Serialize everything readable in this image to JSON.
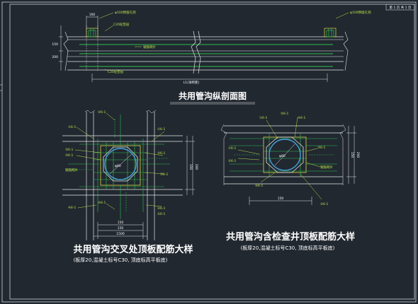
{
  "header": {
    "sheet_text": "第 1 页 共 1 页"
  },
  "colors": {
    "background": "#212830",
    "line": "#e6e6e6",
    "rebar": "#2fbf4f",
    "label": "#b8e14b",
    "pipe": "#46a0d8",
    "accent": "#e0d84a",
    "text": "#ffffff"
  },
  "section_view": {
    "title": "共用管沟纵剖面图",
    "dims": {
      "top_width": "160",
      "left_h1": "150",
      "left_h2": "200",
      "bottom_span": "L1(净跨距)"
    },
    "labels": {
      "hole_left": "φ100预留孔洞",
      "hole_right": "φ100预留孔洞",
      "top_bar": "C20砼垫层",
      "mid_bar": "钢筋网片",
      "bottom_bar": "C20砼垫层"
    }
  },
  "cross_view": {
    "title": "共用管沟交叉处顶板配筋大样",
    "note": "(板厚20,混凝土标号C30, 顶底标高平板底)",
    "circle_dim": "φ80",
    "left_labels": [
      "①6-1",
      "②6-1",
      "③6-1",
      "钢筋网片",
      "④6-1"
    ],
    "right_labels": [
      "①6-1",
      "②6-1",
      "③6-1",
      "④6-1",
      "⑤6-1"
    ],
    "top_labels": [
      "②6-1",
      "④6-1"
    ],
    "bottom_dims": [
      "150",
      "150",
      "1500"
    ],
    "side_dims": [
      "150",
      "200"
    ]
  },
  "manhole_view": {
    "title": "共用管沟含检查井顶板配筋大样",
    "note": "(板厚20,混凝土标号C30, 顶底标高平板底)",
    "circle_dim": "φ80",
    "left_labels": [
      "①6-1",
      "②6-1"
    ],
    "right_labels": [
      "③6-1",
      "钢筋网片"
    ],
    "top_labels": [
      "①6-1",
      "②6-1",
      "④6-1"
    ],
    "bottom_labels": [
      "⑤6-1",
      "⑥6-1"
    ],
    "bottom_dim": "150",
    "side_dims": [
      "150",
      "200"
    ]
  }
}
